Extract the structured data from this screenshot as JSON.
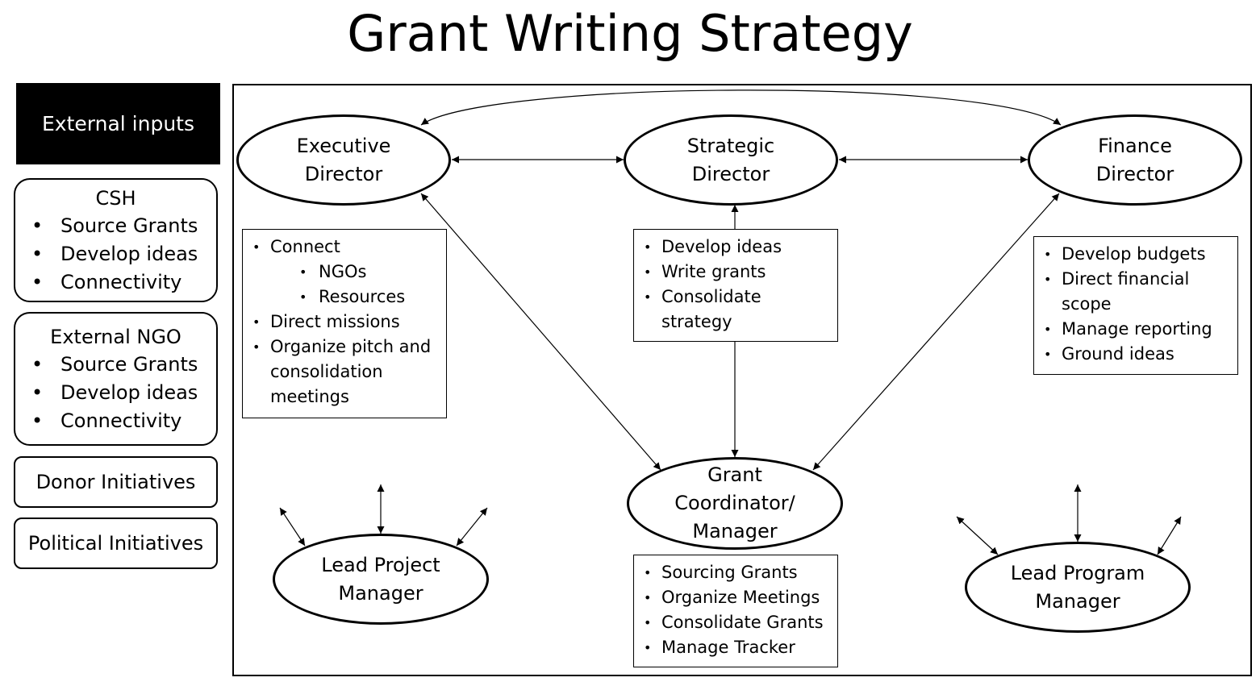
{
  "title": "Grant Writing Strategy",
  "sidebar": {
    "header": "External inputs",
    "csh": {
      "title": "CSH",
      "items": [
        "Source Grants",
        "Develop ideas",
        "Connectivity"
      ]
    },
    "ngo": {
      "title": "External NGO",
      "items": [
        "Source Grants",
        "Develop ideas",
        "Connectivity"
      ]
    },
    "donor": "Donor Initiatives",
    "political": "Political Initiatives"
  },
  "nodes": {
    "executive": [
      "Executive",
      "Director"
    ],
    "strategic": [
      "Strategic",
      "Director"
    ],
    "finance": [
      "Finance",
      "Director"
    ],
    "coordinator": [
      "Grant",
      "Coordinator/",
      "Manager"
    ],
    "project": [
      "Lead Project",
      "Manager"
    ],
    "program": [
      "Lead Program",
      "Manager"
    ]
  },
  "boxes": {
    "executive": [
      "Connect",
      "NGOs",
      "Resources",
      "Direct missions",
      "Organize pitch and",
      "consolidation",
      "meetings"
    ],
    "strategic": [
      "Develop ideas",
      "Write grants",
      "Consolidate",
      "strategy"
    ],
    "finance": [
      "Develop budgets",
      "Direct financial",
      "scope",
      "Manage reporting",
      "Ground ideas"
    ],
    "coordinator": [
      "Sourcing Grants",
      "Organize Meetings",
      "Consolidate Grants",
      "Manage Tracker"
    ]
  }
}
